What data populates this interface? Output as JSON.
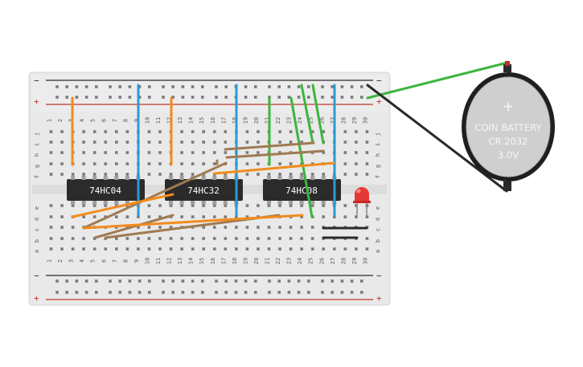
{
  "breadboard": {
    "rail_minus": "−",
    "rail_plus": "+",
    "columns": [
      "1",
      "2",
      "3",
      "4",
      "5",
      "6",
      "7",
      "8",
      "9",
      "10",
      "11",
      "12",
      "13",
      "14",
      "15",
      "16",
      "17",
      "18",
      "19",
      "20",
      "21",
      "22",
      "23",
      "24",
      "25",
      "26",
      "27",
      "28",
      "29",
      "30"
    ],
    "rows_top": [
      "j",
      "i",
      "h",
      "g",
      "f"
    ],
    "rows_bottom": [
      "e",
      "d",
      "c",
      "b",
      "a"
    ]
  },
  "chips": [
    {
      "label": "74HC04"
    },
    {
      "label": "74HC32"
    },
    {
      "label": "74HC08"
    }
  ],
  "battery": {
    "line1": "COIN BATTERY",
    "line2": "CR 2032",
    "line3": "3.0V",
    "plus_symbol": "+"
  },
  "colors": {
    "board": "#e9e9e9",
    "orange_wire": "#f28c1c",
    "blue_wire": "#2b9ad6",
    "green_wire": "#3cb53c",
    "brown_wire": "#a07a52",
    "black_wire": "#2a2a2a",
    "red_line": "#c0392b",
    "chip": "#2b2b2b",
    "led": "#e53935"
  }
}
